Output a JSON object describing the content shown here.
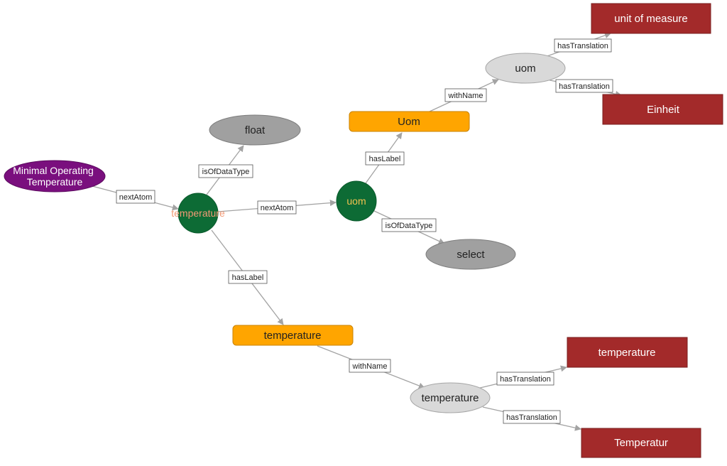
{
  "colors": {
    "root": "#7a0f7e",
    "atom": "#0d6b35",
    "atom_text_root": "#f29a75",
    "atom_text": "#f2c24f",
    "datatype": "#a0a0a0",
    "label": "#ffa500",
    "name": "#d9d9d9",
    "translation": "#a32a2a",
    "edge": "#a3a3a3"
  },
  "nodes": {
    "root_line1": "Minimal Operating",
    "root_line2": "Temperature",
    "atom_temperature": "temperature",
    "atom_uom": "uom",
    "type_float": "float",
    "type_select": "select",
    "label_uom": "Uom",
    "label_temperature": "temperature",
    "name_uom": "uom",
    "name_temperature": "temperature",
    "tr_unit_of_measure": "unit of measure",
    "tr_einheit": "Einheit",
    "tr_temperature_en": "temperature",
    "tr_temperatur_de": "Temperatur"
  },
  "edges": {
    "e1": "nextAtom",
    "e2": "isOfDataType",
    "e3": "nextAtom",
    "e4": "hasLabel",
    "e5": "isOfDataType",
    "e6": "hasLabel",
    "e7": "withName",
    "e8": "hasTranslation",
    "e9": "hasTranslation",
    "e10": "withName",
    "e11": "hasTranslation",
    "e12": "hasTranslation"
  }
}
